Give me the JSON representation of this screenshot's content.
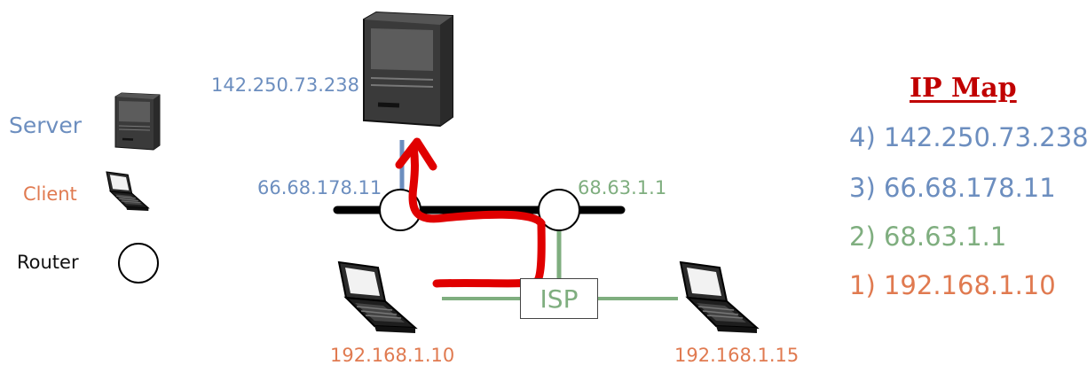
{
  "legend": {
    "server_label": "Server",
    "client_label": "Client",
    "router_label": "Router"
  },
  "diagram": {
    "server_ip": "142.250.73.238",
    "router_left_ip": "66.68.178.11",
    "router_right_ip": "68.63.1.1",
    "client_left_ip": "192.168.1.10",
    "client_right_ip": "192.168.1.15",
    "isp_label": "ISP"
  },
  "ip_map": {
    "title": "IP Map",
    "items": [
      "4) 142.250.73.238",
      "3) 66.68.178.11",
      "2) 68.63.1.1",
      "1) 192.168.1.10"
    ]
  },
  "colors": {
    "server_blue": "#6c8ebf",
    "client_orange": "#e07a50",
    "isp_green": "#7fae7f",
    "path_red": "#e00000",
    "title_red": "#c00000"
  },
  "icons": [
    "server-icon",
    "laptop-icon",
    "router-icon"
  ]
}
